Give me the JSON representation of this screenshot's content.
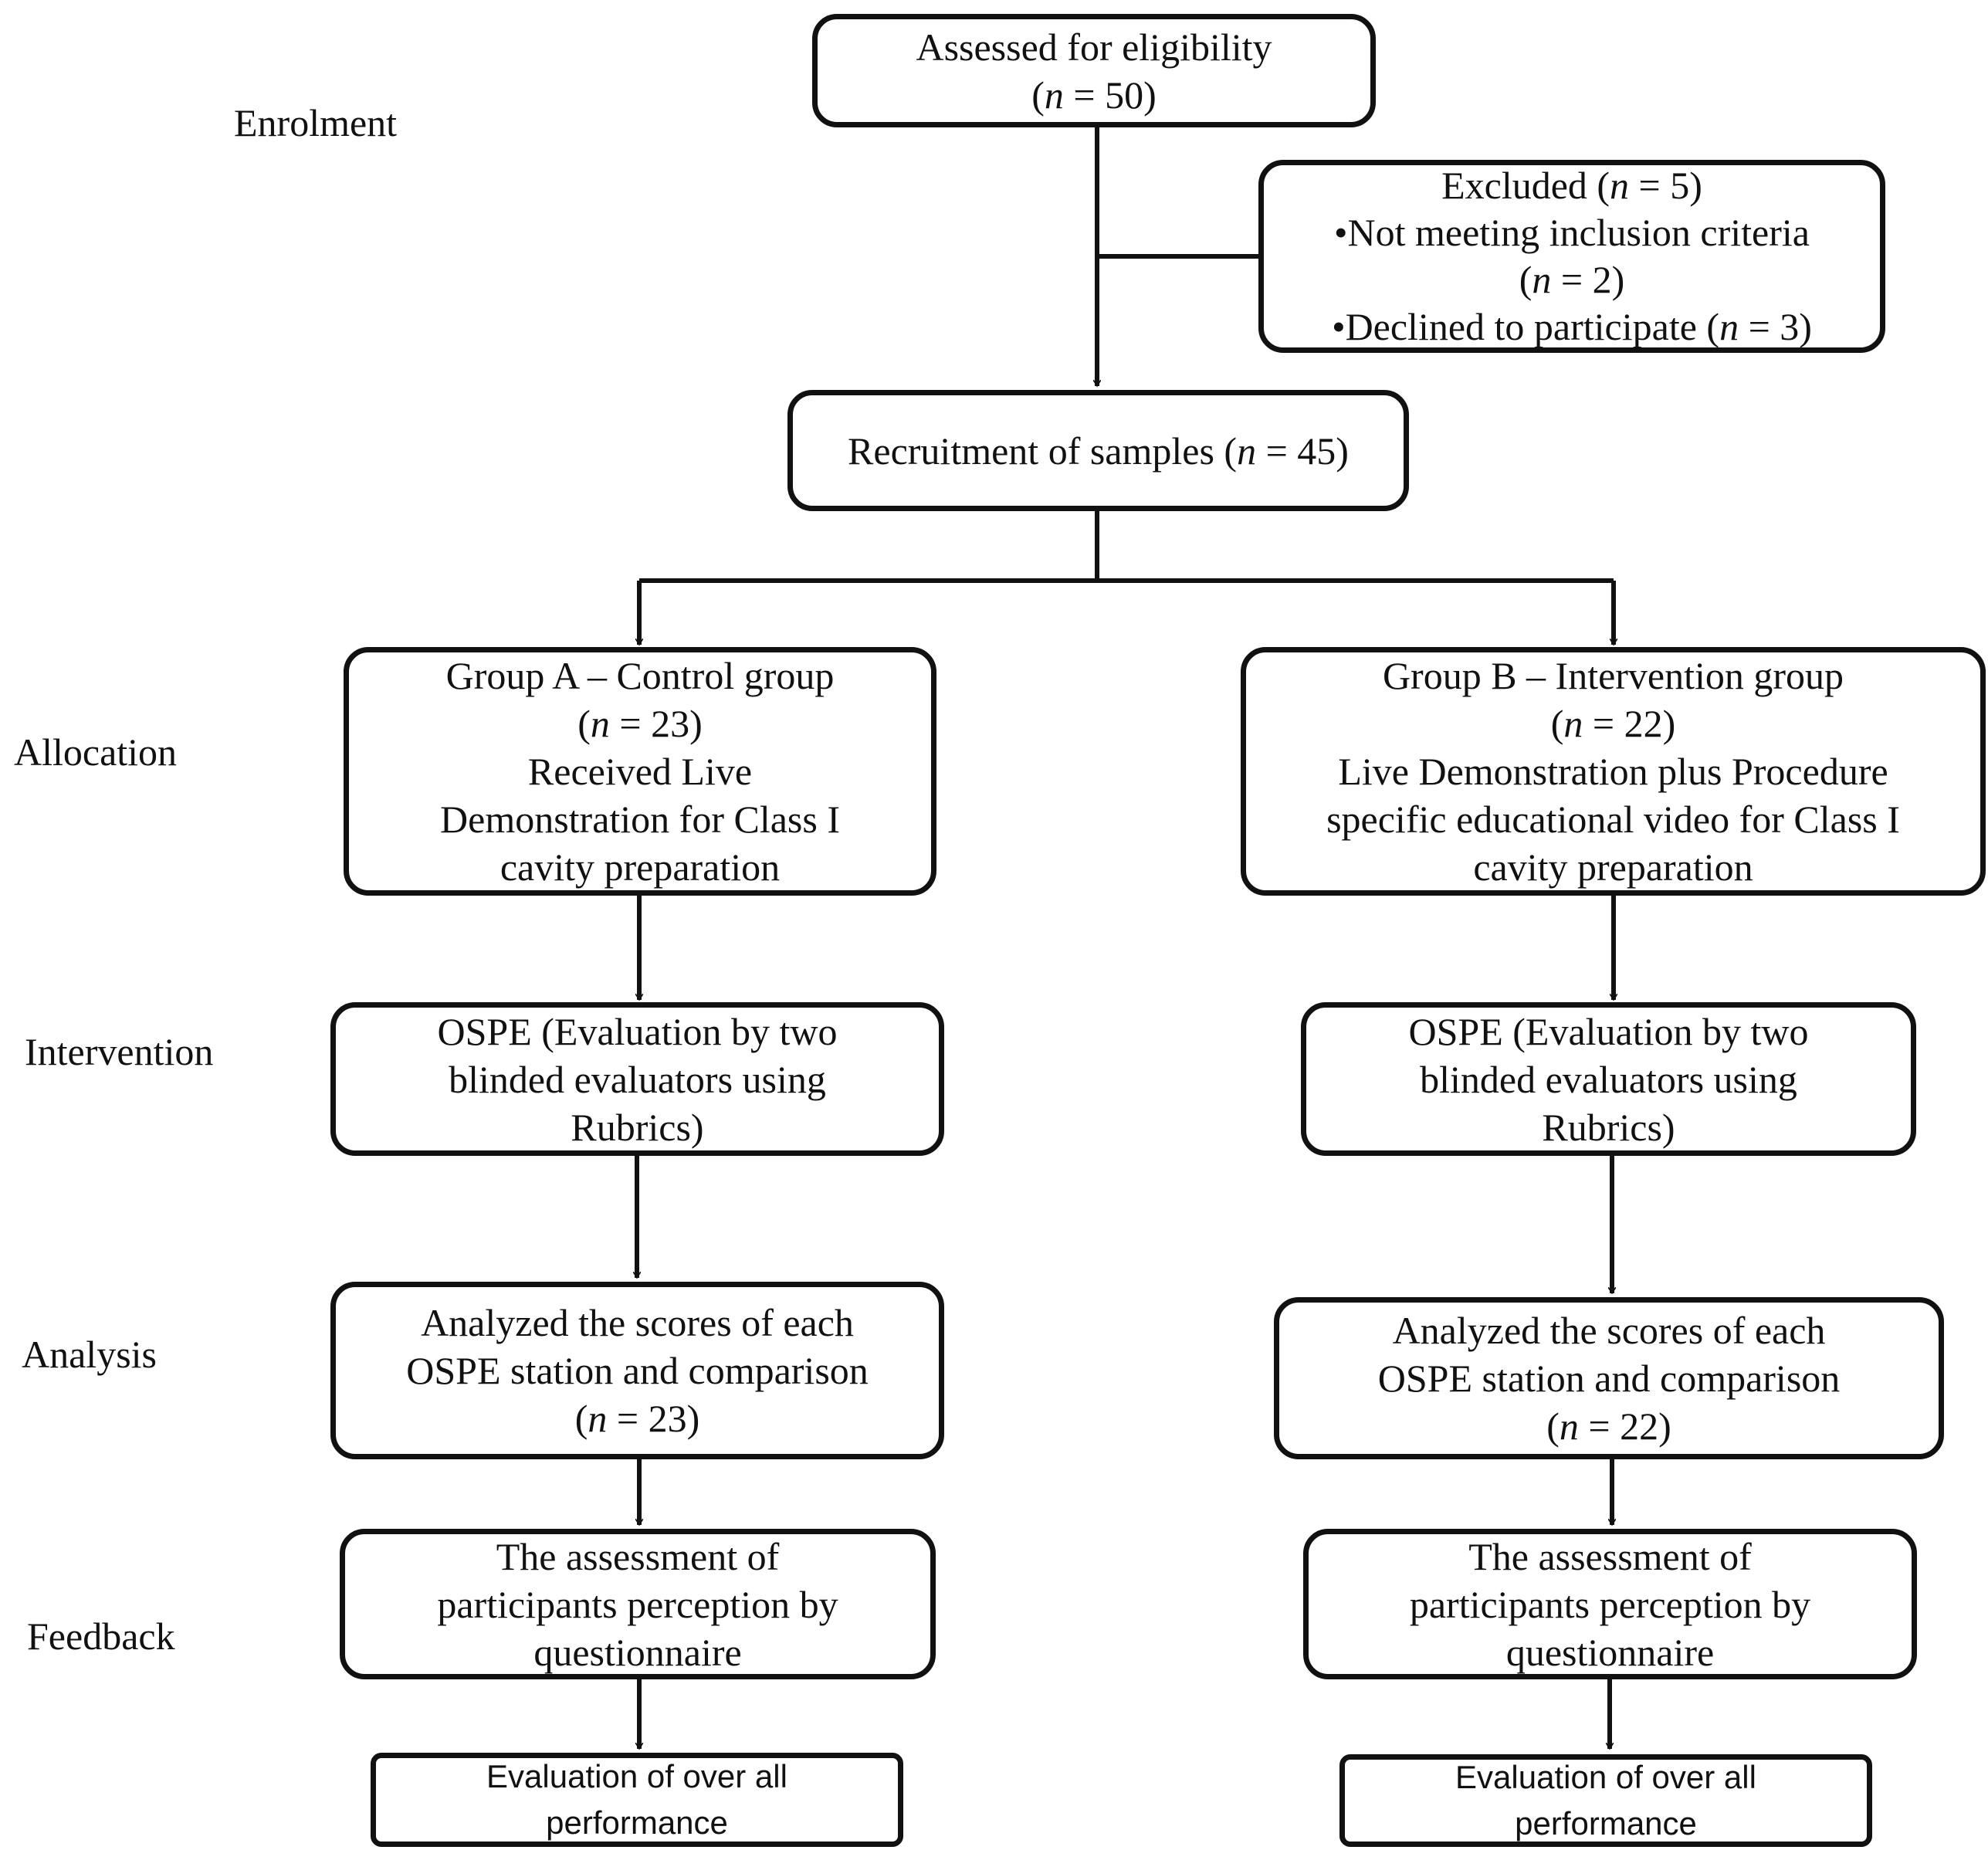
{
  "stages": {
    "enrolment": "Enrolment",
    "allocation": "Allocation",
    "intervention": "Intervention",
    "analysis": "Analysis",
    "feedback": "Feedback"
  },
  "assessed": {
    "line1": "Assessed for eligibility",
    "n_prefix": "(",
    "n_var": "n",
    "n_value": " = 50)"
  },
  "excluded": {
    "title": "Excluded (",
    "title_var": "n",
    "title_value": " = 5)",
    "item1": "•Not meeting inclusion criteria",
    "item1_n_prefix": "(",
    "item1_n_var": "n",
    "item1_n_value": " = 2)",
    "item2": "•Declined to participate (",
    "item2_var": "n",
    "item2_value": " = 3)"
  },
  "recruitment": {
    "text": "Recruitment of samples (",
    "n_var": "n",
    "n_value": " = 45)"
  },
  "group_a": {
    "title": "Group A – Control group",
    "n_prefix": "(",
    "n_var": "n",
    "n_value": " = 23)",
    "line3": "Received Live",
    "line4": "Demonstration  for Class I",
    "line5": "cavity preparation"
  },
  "group_b": {
    "title": "Group B – Intervention group",
    "n_prefix": "(",
    "n_var": "n",
    "n_value": " = 22)",
    "line3": "Live Demonstration plus Procedure",
    "line4": "specific educational video  for Class I",
    "line5": "cavity preparation"
  },
  "ospe_a": {
    "line1": "OSPE (Evaluation by two",
    "line2": "blinded evaluators using",
    "line3": "Rubrics)"
  },
  "ospe_b": {
    "line1": "OSPE (Evaluation by two",
    "line2": "blinded evaluators using",
    "line3": "Rubrics)"
  },
  "analysis_a": {
    "line1": "Analyzed the  scores of each",
    "line2": "OSPE station and comparison",
    "n_prefix": "(",
    "n_var": "n",
    "n_value": " = 23)"
  },
  "analysis_b": {
    "line1": "Analyzed the  scores of each",
    "line2": "OSPE station and comparison",
    "n_prefix": "(",
    "n_var": "n",
    "n_value": " = 22)"
  },
  "feedback_a": {
    "line1": "The assessment of",
    "line2": "participants perception by",
    "line3": "questionnaire"
  },
  "feedback_b": {
    "line1": "The assessment of",
    "line2": "participants perception by",
    "line3": "questionnaire"
  },
  "eval_a": {
    "line1": "Evaluation of over all",
    "line2": "performance"
  },
  "eval_b": {
    "line1": "Evaluation of over all",
    "line2": "performance"
  }
}
